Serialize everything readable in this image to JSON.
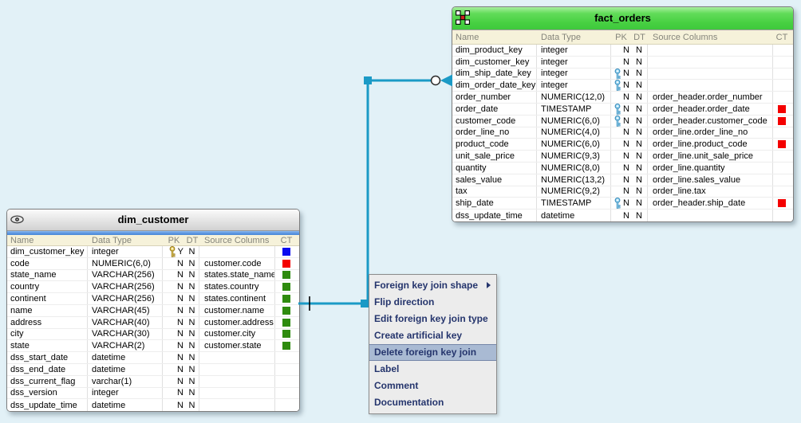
{
  "canvas": {
    "background_color": "#e2f1f7"
  },
  "tables": {
    "fact": {
      "title": "fact_orders",
      "header_icon": "distribution-grid-icon",
      "column_headers": [
        "Name",
        "Data Type",
        "PK",
        "DT",
        "Source Columns",
        "CT"
      ],
      "rows": [
        {
          "name": "dim_product_key",
          "data_type": "integer",
          "key": "",
          "pk": "N",
          "dt": "N",
          "source": "",
          "ct": ""
        },
        {
          "name": "dim_customer_key",
          "data_type": "integer",
          "key": "",
          "pk": "N",
          "dt": "N",
          "source": "",
          "ct": ""
        },
        {
          "name": "dim_ship_date_key",
          "data_type": "integer",
          "key": "blue",
          "pk": "N",
          "dt": "N",
          "source": "",
          "ct": ""
        },
        {
          "name": "dim_order_date_key",
          "data_type": "integer",
          "key": "blue",
          "pk": "N",
          "dt": "N",
          "source": "",
          "ct": ""
        },
        {
          "name": "order_number",
          "data_type": "NUMERIC(12,0)",
          "key": "",
          "pk": "N",
          "dt": "N",
          "source": "order_header.order_number",
          "ct": ""
        },
        {
          "name": "order_date",
          "data_type": "TIMESTAMP",
          "key": "blue",
          "pk": "N",
          "dt": "N",
          "source": "order_header.order_date",
          "ct": "red"
        },
        {
          "name": "customer_code",
          "data_type": "NUMERIC(6,0)",
          "key": "blue",
          "pk": "N",
          "dt": "N",
          "source": "order_header.customer_code",
          "ct": "red"
        },
        {
          "name": "order_line_no",
          "data_type": "NUMERIC(4,0)",
          "key": "",
          "pk": "N",
          "dt": "N",
          "source": "order_line.order_line_no",
          "ct": ""
        },
        {
          "name": "product_code",
          "data_type": "NUMERIC(6,0)",
          "key": "",
          "pk": "N",
          "dt": "N",
          "source": "order_line.product_code",
          "ct": "red"
        },
        {
          "name": "unit_sale_price",
          "data_type": "NUMERIC(9,3)",
          "key": "",
          "pk": "N",
          "dt": "N",
          "source": "order_line.unit_sale_price",
          "ct": ""
        },
        {
          "name": "quantity",
          "data_type": "NUMERIC(8,0)",
          "key": "",
          "pk": "N",
          "dt": "N",
          "source": "order_line.quantity",
          "ct": ""
        },
        {
          "name": "sales_value",
          "data_type": "NUMERIC(13,2)",
          "key": "",
          "pk": "N",
          "dt": "N",
          "source": "order_line.sales_value",
          "ct": ""
        },
        {
          "name": "tax",
          "data_type": "NUMERIC(9,2)",
          "key": "",
          "pk": "N",
          "dt": "N",
          "source": "order_line.tax",
          "ct": ""
        },
        {
          "name": "ship_date",
          "data_type": "TIMESTAMP",
          "key": "blue",
          "pk": "N",
          "dt": "N",
          "source": "order_header.ship_date",
          "ct": "red"
        },
        {
          "name": "dss_update_time",
          "data_type": "datetime",
          "key": "",
          "pk": "N",
          "dt": "N",
          "source": "",
          "ct": ""
        }
      ]
    },
    "dim": {
      "title": "dim_customer",
      "header_icon": "eye-icon",
      "column_headers": [
        "Name",
        "Data Type",
        "PK",
        "DT",
        "Source Columns",
        "CT"
      ],
      "rows": [
        {
          "name": "dim_customer_key",
          "data_type": "integer",
          "key": "gold",
          "pk": "Y",
          "dt": "N",
          "source": "",
          "ct": "blue"
        },
        {
          "name": "code",
          "data_type": "NUMERIC(6,0)",
          "key": "",
          "pk": "N",
          "dt": "N",
          "source": "customer.code",
          "ct": "red"
        },
        {
          "name": "state_name",
          "data_type": "VARCHAR(256)",
          "key": "",
          "pk": "N",
          "dt": "N",
          "source": "states.state_name",
          "ct": "green"
        },
        {
          "name": "country",
          "data_type": "VARCHAR(256)",
          "key": "",
          "pk": "N",
          "dt": "N",
          "source": "states.country",
          "ct": "green"
        },
        {
          "name": "continent",
          "data_type": "VARCHAR(256)",
          "key": "",
          "pk": "N",
          "dt": "N",
          "source": "states.continent",
          "ct": "green"
        },
        {
          "name": "name",
          "data_type": "VARCHAR(45)",
          "key": "",
          "pk": "N",
          "dt": "N",
          "source": "customer.name",
          "ct": "green"
        },
        {
          "name": "address",
          "data_type": "VARCHAR(40)",
          "key": "",
          "pk": "N",
          "dt": "N",
          "source": "customer.address",
          "ct": "green"
        },
        {
          "name": "city",
          "data_type": "VARCHAR(30)",
          "key": "",
          "pk": "N",
          "dt": "N",
          "source": "customer.city",
          "ct": "green"
        },
        {
          "name": "state",
          "data_type": "VARCHAR(2)",
          "key": "",
          "pk": "N",
          "dt": "N",
          "source": "customer.state",
          "ct": "green"
        },
        {
          "name": "dss_start_date",
          "data_type": "datetime",
          "key": "",
          "pk": "N",
          "dt": "N",
          "source": "",
          "ct": ""
        },
        {
          "name": "dss_end_date",
          "data_type": "datetime",
          "key": "",
          "pk": "N",
          "dt": "N",
          "source": "",
          "ct": ""
        },
        {
          "name": "dss_current_flag",
          "data_type": "varchar(1)",
          "key": "",
          "pk": "N",
          "dt": "N",
          "source": "",
          "ct": ""
        },
        {
          "name": "dss_version",
          "data_type": "integer",
          "key": "",
          "pk": "N",
          "dt": "N",
          "source": "",
          "ct": ""
        },
        {
          "name": "dss_update_time",
          "data_type": "datetime",
          "key": "",
          "pk": "N",
          "dt": "N",
          "source": "",
          "ct": ""
        }
      ]
    }
  },
  "ct_colors": {
    "red": "#f40000",
    "green": "#2e8b0e",
    "blue": "#0b0bf0"
  },
  "connector": {
    "line_color": "#1b9ac6",
    "handle_color": "#1b9ac6",
    "cardinality_tick_color": "#000000"
  },
  "context_menu": {
    "items": [
      {
        "label": "Foreign key join shape",
        "submenu": true,
        "highlighted": false
      },
      {
        "label": "Flip direction",
        "submenu": false,
        "highlighted": false
      },
      {
        "label": "Edit foreign key join type",
        "submenu": false,
        "highlighted": false
      },
      {
        "label": "Create artificial key",
        "submenu": false,
        "highlighted": false
      },
      {
        "label": "Delete foreign key join",
        "submenu": false,
        "highlighted": true
      },
      {
        "label": "Label",
        "submenu": false,
        "highlighted": false
      },
      {
        "label": "Comment",
        "submenu": false,
        "highlighted": false
      },
      {
        "label": "Documentation",
        "submenu": false,
        "highlighted": false
      }
    ]
  }
}
